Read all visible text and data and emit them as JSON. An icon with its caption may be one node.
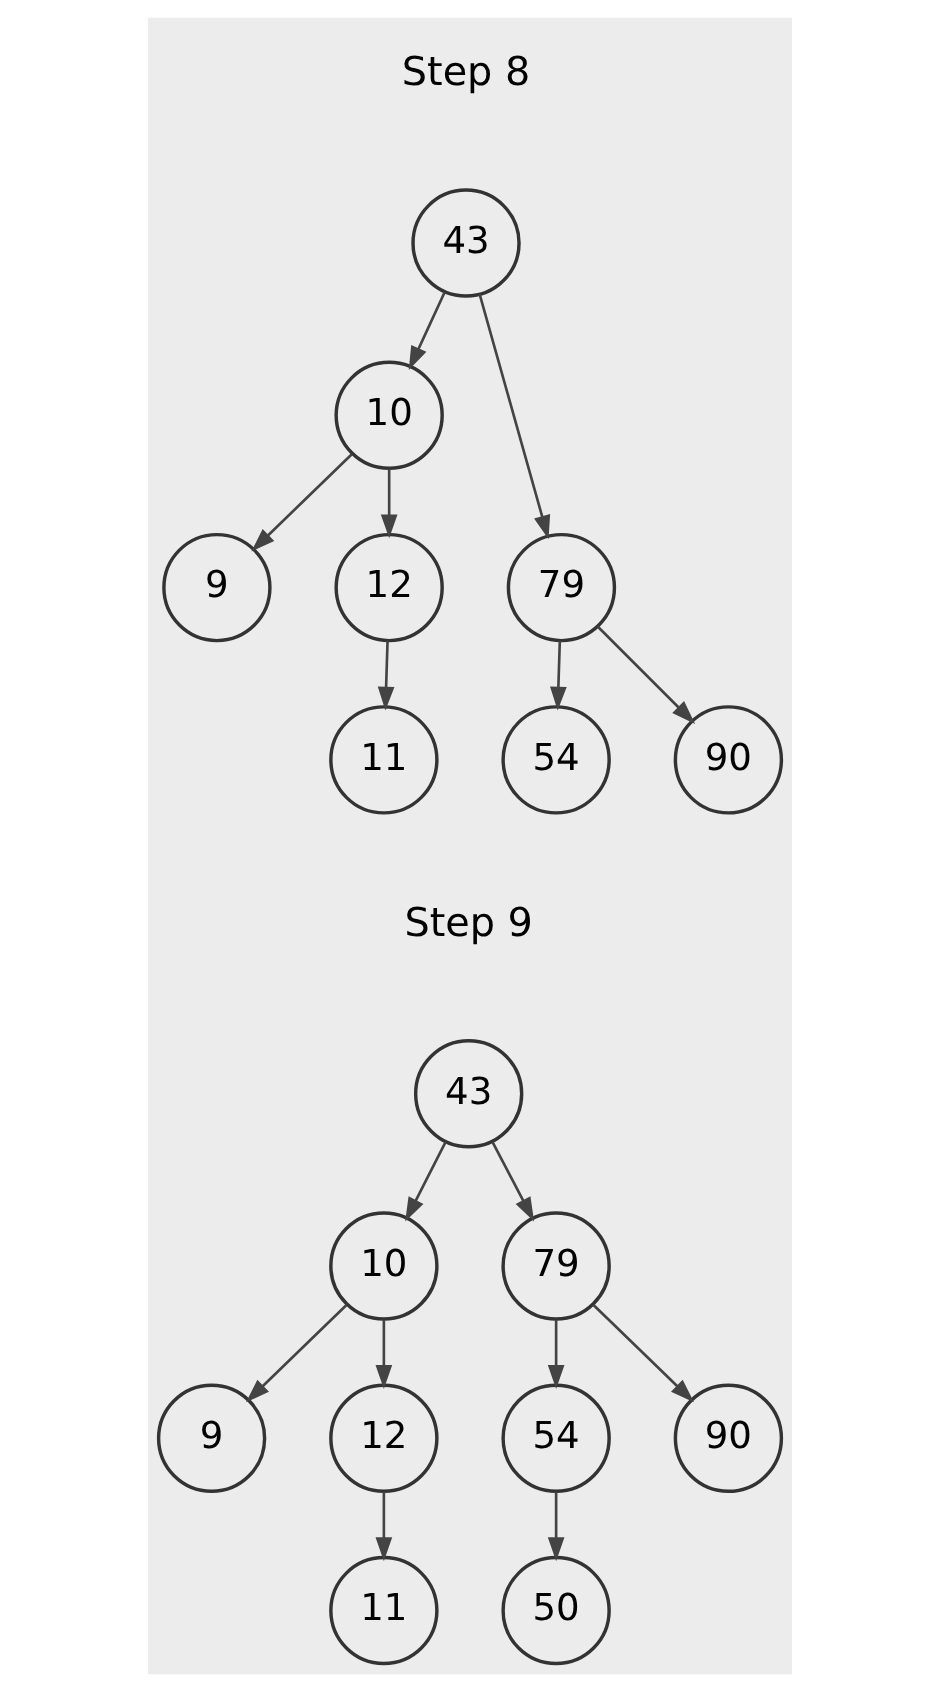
{
  "diagram": {
    "nodes": [
      {
        "text": [
          "43"
        ]
      },
      {
        "text": [
          "10"
        ]
      },
      {
        "text": [
          "79"
        ]
      },
      {
        "text": [
          "9"
        ]
      },
      {
        "text": [
          "12"
        ]
      },
      {
        "text": [
          "54"
        ]
      },
      {
        "text": [
          "90"
        ]
      },
      {
        "text": [
          "11"
        ]
      },
      {
        "text": [
          "43"
        ]
      },
      {
        "text": [
          "10"
        ]
      },
      {
        "text": [
          "79"
        ]
      },
      {
        "text": [
          "9"
        ]
      },
      {
        "text": [
          "12"
        ]
      },
      {
        "text": [
          "54"
        ]
      },
      {
        "text": [
          "90"
        ]
      },
      {
        "text": [
          "11"
        ]
      },
      {
        "text": [
          "50"
        ]
      }
    ],
    "edges": [
      {
        "from": 0,
        "to": 1,
        "arrow": "to"
      },
      {
        "from": 0,
        "to": 2,
        "arrow": "to"
      },
      {
        "from": 1,
        "to": 3,
        "arrow": "to"
      },
      {
        "from": 1,
        "to": 4,
        "arrow": "to"
      },
      {
        "from": 2,
        "to": 5,
        "arrow": "to"
      },
      {
        "from": 2,
        "to": 6,
        "arrow": "to"
      },
      {
        "from": 4,
        "to": 7,
        "arrow": "to"
      },
      {
        "from": 8,
        "to": 9,
        "arrow": "to"
      },
      {
        "from": 8,
        "to": 10,
        "arrow": "to"
      },
      {
        "from": 9,
        "to": 11,
        "arrow": "to"
      },
      {
        "from": 9,
        "to": 12,
        "arrow": "to"
      },
      {
        "from": 10,
        "to": 13,
        "arrow": "to"
      },
      {
        "from": 10,
        "to": 14,
        "arrow": "to"
      },
      {
        "from": 12,
        "to": 15,
        "arrow": "to"
      },
      {
        "from": 13,
        "to": 16,
        "arrow": "to"
      }
    ],
    "labels": [
      "Step 8",
      "Step 9"
    ]
  }
}
